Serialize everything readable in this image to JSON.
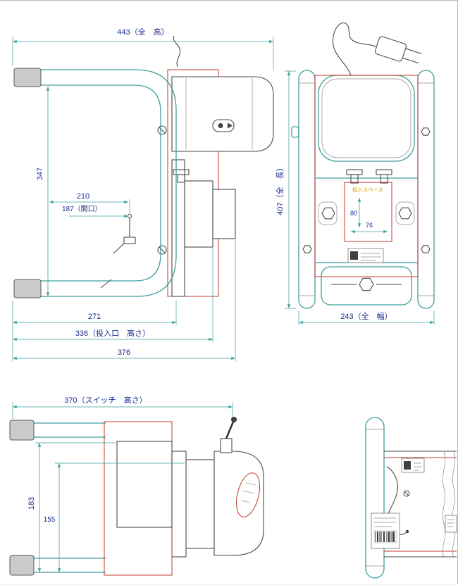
{
  "page": {
    "background": "#ffffff"
  },
  "colors": {
    "dimension_line": "#3f9f9d",
    "outline_red": "#c0392b",
    "outline_dark": "#4a4a4a",
    "dimension_text": "#1c2d8e",
    "space_label_text": "#d89a00"
  },
  "drawing": {
    "side_view": {
      "overall_height": "443（全　高）",
      "depth_347": "347",
      "width_210": "210",
      "opening_187": "187（間口）",
      "width_271": "271",
      "inlet_height_336": "336（投入口　高さ）",
      "width_376": "376"
    },
    "top_view": {
      "overall_length": "407（全　長）",
      "overall_width": "243（全　幅）",
      "space_label": "投入スペース",
      "space_h": "80",
      "space_w": "76"
    },
    "front_view": {
      "switch_height": "370（スイッチ　高さ）",
      "height_183": "183",
      "height_155": "155"
    }
  }
}
